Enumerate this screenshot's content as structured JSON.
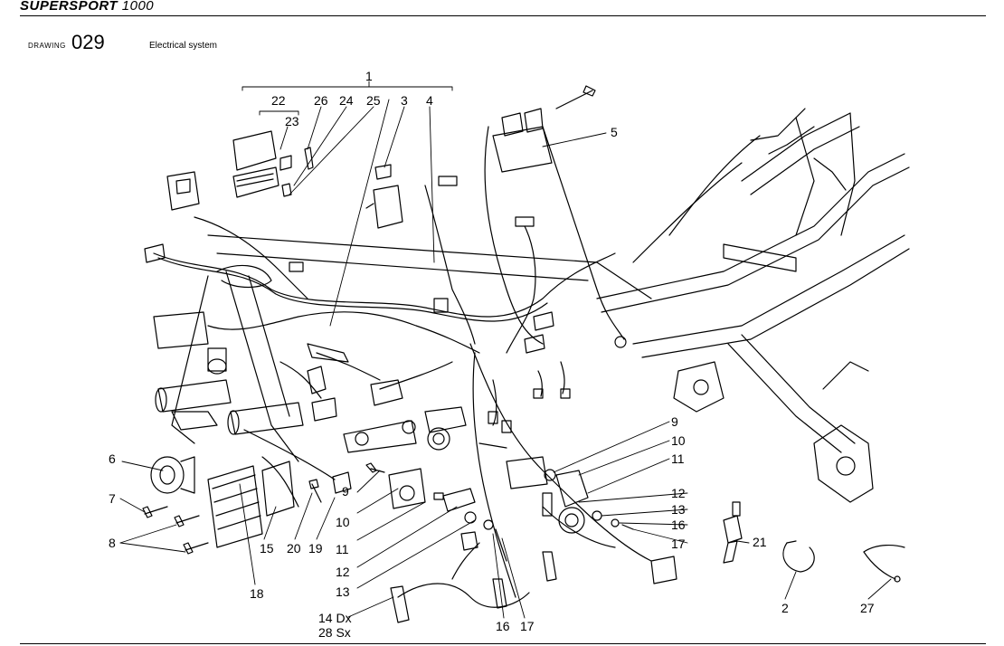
{
  "header": {
    "brand": "SUPERSPORT",
    "model": "1000",
    "drawing_label": "DRAWING",
    "drawing_number": "029",
    "description": "Electrical system"
  },
  "callouts": {
    "c1": "1",
    "c2": "2",
    "c3": "3",
    "c4": "4",
    "c5": "5",
    "c6": "6",
    "c7": "7",
    "c8": "8",
    "c9": "9",
    "c10": "10",
    "c11": "11",
    "c12": "12",
    "c13": "13",
    "c14": "14 Dx",
    "c15": "15",
    "c16": "16",
    "c17": "17",
    "c18": "18",
    "c19": "19",
    "c20": "20",
    "c21": "21",
    "c22": "22",
    "c23": "23",
    "c24": "24",
    "c25": "25",
    "c26": "26",
    "c27": "27",
    "c28": "28 Sx"
  }
}
